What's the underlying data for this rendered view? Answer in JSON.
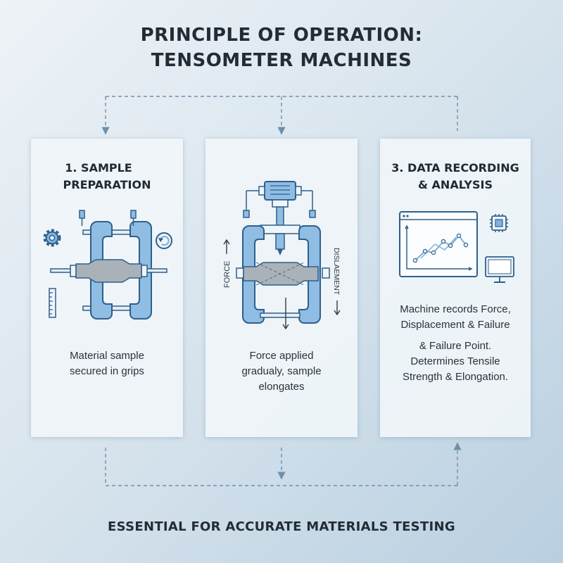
{
  "title": {
    "line1": "PRINCIPLE OF OPERATION:",
    "line2": "TENSOMETER MACHINES"
  },
  "steps": [
    {
      "heading_lines": [
        "1.    SAMPLE",
        "PREPARATION"
      ],
      "description_lines": [
        "Material sample",
        "secured in grips"
      ],
      "icons": [
        "gear-icon",
        "rotate-icon",
        "ruler-icon"
      ]
    },
    {
      "heading_lines": [],
      "description_lines": [
        "Force applied",
        "gradualy, sample",
        "elongates"
      ],
      "force_label": "FORCE",
      "displacement_label": "DISLAEMENT"
    },
    {
      "heading_lines": [
        "3. DATA RECORDING",
        "& ANALYSIS"
      ],
      "description_a_lines": [
        "Machine records Force,",
        "Displacement & Failure"
      ],
      "description_b_lines": [
        "& Failure Point.",
        "Determines Tensile",
        "Strength & Elongation."
      ],
      "icons": [
        "line-chart-icon",
        "chip-icon",
        "monitor-icon"
      ]
    }
  ],
  "footer": "ESSENTIAL FOR ACCURATE MATERIALS TESTING",
  "colors": {
    "accent_blue": "#7fb2dc",
    "outline": "#2e5f8c",
    "arrow": "#6e8fae",
    "sample_gray": "#a9b1b9"
  }
}
